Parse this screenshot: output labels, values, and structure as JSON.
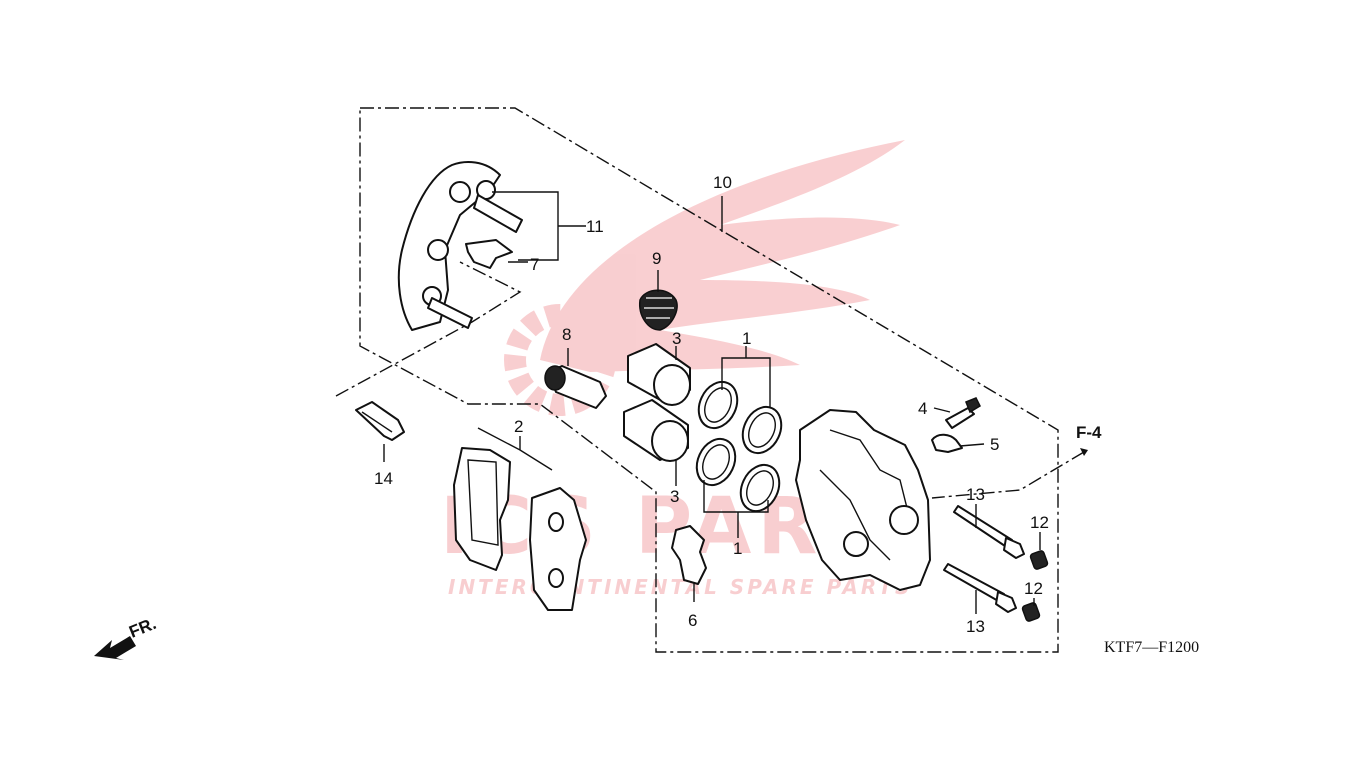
{
  "watermark": {
    "brand": "ICS PARTS",
    "tagline": "INTERCONTINENTAL SPARE PARTS",
    "color": "#e8525a"
  },
  "diagram": {
    "code": "KTF7—F1200",
    "page_ref": "F-4",
    "front_marker": "FR.",
    "callouts": {
      "c1a": "1",
      "c1b": "1",
      "c2": "2",
      "c3a": "3",
      "c3b": "3",
      "c4": "4",
      "c5": "5",
      "c6": "6",
      "c7": "7",
      "c8": "8",
      "c9": "9",
      "c10": "10",
      "c11": "11",
      "c12a": "12",
      "c12b": "12",
      "c13a": "13",
      "c13b": "13",
      "c14": "14"
    }
  }
}
